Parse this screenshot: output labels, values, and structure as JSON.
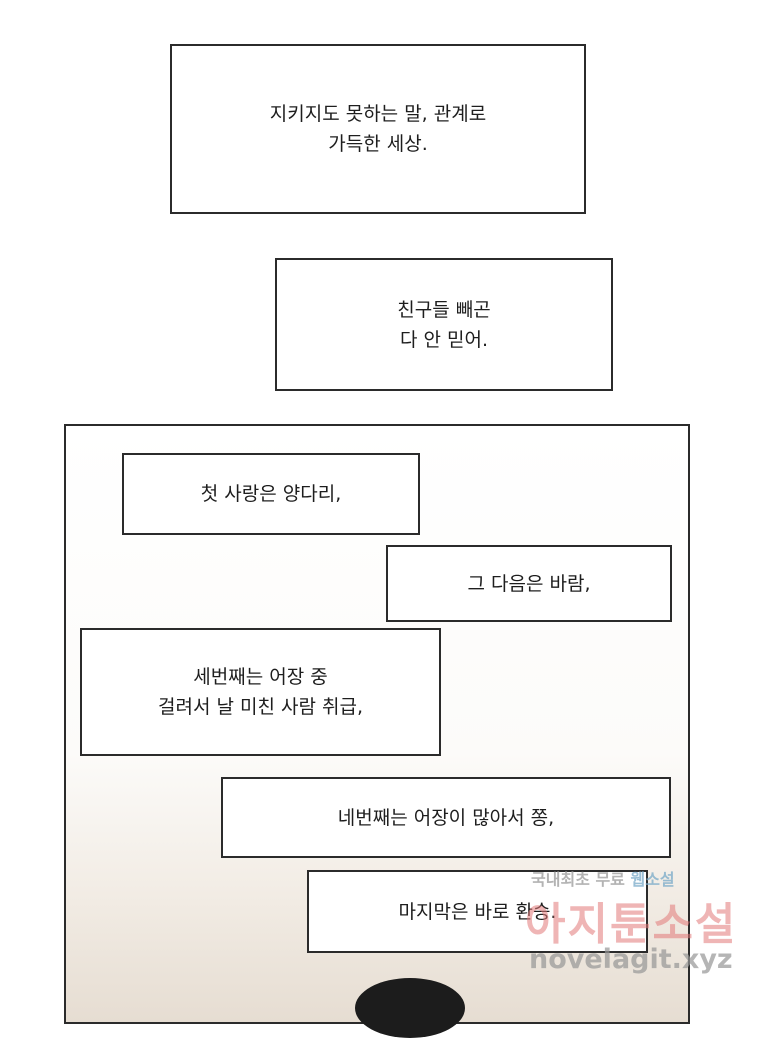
{
  "captions": {
    "c1": [
      "지키지도 못하는 말, 관계로",
      "가득한 세상."
    ],
    "c2": [
      "친구들 빼곤",
      "다 안 믿어."
    ],
    "c3": [
      "첫 사랑은 양다리,"
    ],
    "c4": [
      "그 다음은 바람,"
    ],
    "c5": [
      "세번째는 어장 중",
      "걸려서 날 미친 사람 취급,"
    ],
    "c6": [
      "네번째는 어장이 많아서 쫑,"
    ],
    "c7": [
      "마지막은 바로 환승."
    ]
  },
  "watermark": {
    "line1_a": "국내최초 무료",
    "line1_b": "웹소설",
    "line2": "아지툰소설",
    "line3": "novelagit.xyz"
  },
  "colors": {
    "border": "#2b2b2b",
    "text": "#1e1e1e",
    "panel_bottom": "#e6ddd2"
  }
}
